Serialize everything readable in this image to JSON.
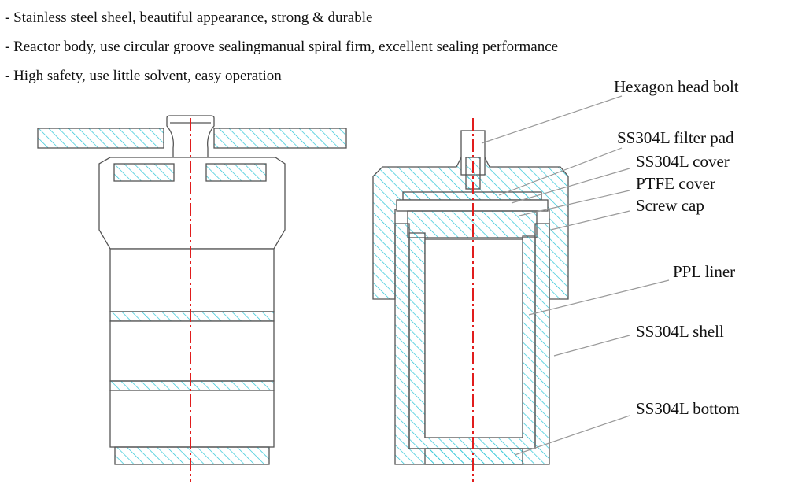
{
  "features": [
    "- Stainless steel sheel, beautiful appearance, strong & durable",
    "- Reactor body, use circular groove sealingmanual spiral firm, excellent sealing performance",
    "- High safety, use little solvent, easy operation"
  ],
  "labels": {
    "hex_bolt": "Hexagon head bolt",
    "filter_pad": "SS304L filter pad",
    "ss_cover": "SS304L cover",
    "ptfe_cover": "PTFE cover",
    "screw_cap": "Screw cap",
    "ppl_liner": "PPL liner",
    "ss_shell": "SS304L shell",
    "ss_bottom": "SS304L bottom"
  },
  "colors": {
    "hatch": "#29c4d6",
    "outline": "#555555",
    "centerline": "#e11d1d",
    "leader": "#999999"
  }
}
